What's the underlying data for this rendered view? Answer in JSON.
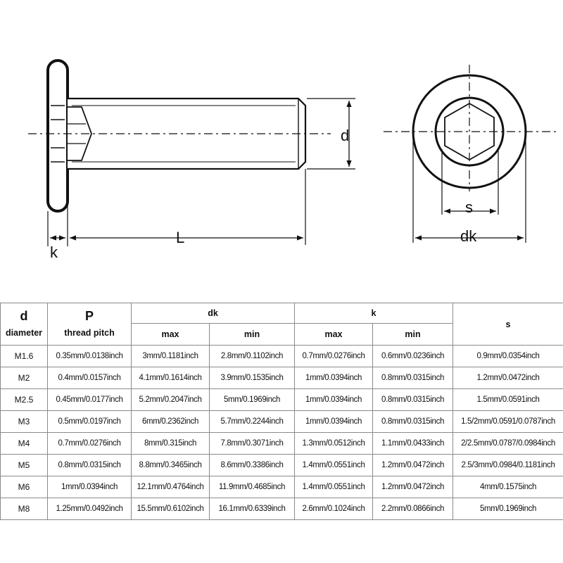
{
  "drawing": {
    "labels": {
      "d": "d",
      "L": "L",
      "k": "k",
      "s": "s",
      "dk": "dk"
    }
  },
  "table": {
    "headers": {
      "d": "d",
      "d_sub": "diameter",
      "p": "P",
      "p_sub": "thread pitch",
      "dk": "dk",
      "k": "k",
      "s": "s",
      "max": "max",
      "min": "min"
    },
    "rows": [
      {
        "d": "M1.6",
        "p": "0.35mm/0.0138inch",
        "dk_max": "3mm/0.1181inch",
        "dk_min": "2.8mm/0.1102inch",
        "k_max": "0.7mm/0.0276inch",
        "k_min": "0.6mm/0.0236inch",
        "s": "0.9mm/0.0354inch"
      },
      {
        "d": "M2",
        "p": "0.4mm/0.0157inch",
        "dk_max": "4.1mm/0.1614inch",
        "dk_min": "3.9mm/0.1535inch",
        "k_max": "1mm/0.0394inch",
        "k_min": "0.8mm/0.0315inch",
        "s": "1.2mm/0.0472inch"
      },
      {
        "d": "M2.5",
        "p": "0.45mm/0.0177inch",
        "dk_max": "5.2mm/0.2047inch",
        "dk_min": "5mm/0.1969inch",
        "k_max": "1mm/0.0394inch",
        "k_min": "0.8mm/0.0315inch",
        "s": "1.5mm/0.0591inch"
      },
      {
        "d": "M3",
        "p": "0.5mm/0.0197inch",
        "dk_max": "6mm/0.2362inch",
        "dk_min": "5.7mm/0.2244inch",
        "k_max": "1mm/0.0394inch",
        "k_min": "0.8mm/0.0315inch",
        "s": "1.5/2mm/0.0591/0.0787inch"
      },
      {
        "d": "M4",
        "p": "0.7mm/0.0276inch",
        "dk_max": "8mm/0.315inch",
        "dk_min": "7.8mm/0.3071inch",
        "k_max": "1.3mm/0.0512inch",
        "k_min": "1.1mm/0.0433inch",
        "s": "2/2.5mm/0.0787/0.0984inch"
      },
      {
        "d": "M5",
        "p": "0.8mm/0.0315inch",
        "dk_max": "8.8mm/0.3465inch",
        "dk_min": "8.6mm/0.3386inch",
        "k_max": "1.4mm/0.0551inch",
        "k_min": "1.2mm/0.0472inch",
        "s": "2.5/3mm/0.0984/0.1181inch"
      },
      {
        "d": "M6",
        "p": "1mm/0.0394inch",
        "dk_max": "12.1mm/0.4764inch",
        "dk_min": "11.9mm/0.4685inch",
        "k_max": "1.4mm/0.0551inch",
        "k_min": "1.2mm/0.0472inch",
        "s": "4mm/0.1575inch"
      },
      {
        "d": "M8",
        "p": "1.25mm/0.0492inch",
        "dk_max": "15.5mm/0.6102inch",
        "dk_min": "16.1mm/0.6339inch",
        "k_max": "2.6mm/0.1024inch",
        "k_min": "2.2mm/0.0866inch",
        "s": "5mm/0.1969inch"
      }
    ]
  }
}
